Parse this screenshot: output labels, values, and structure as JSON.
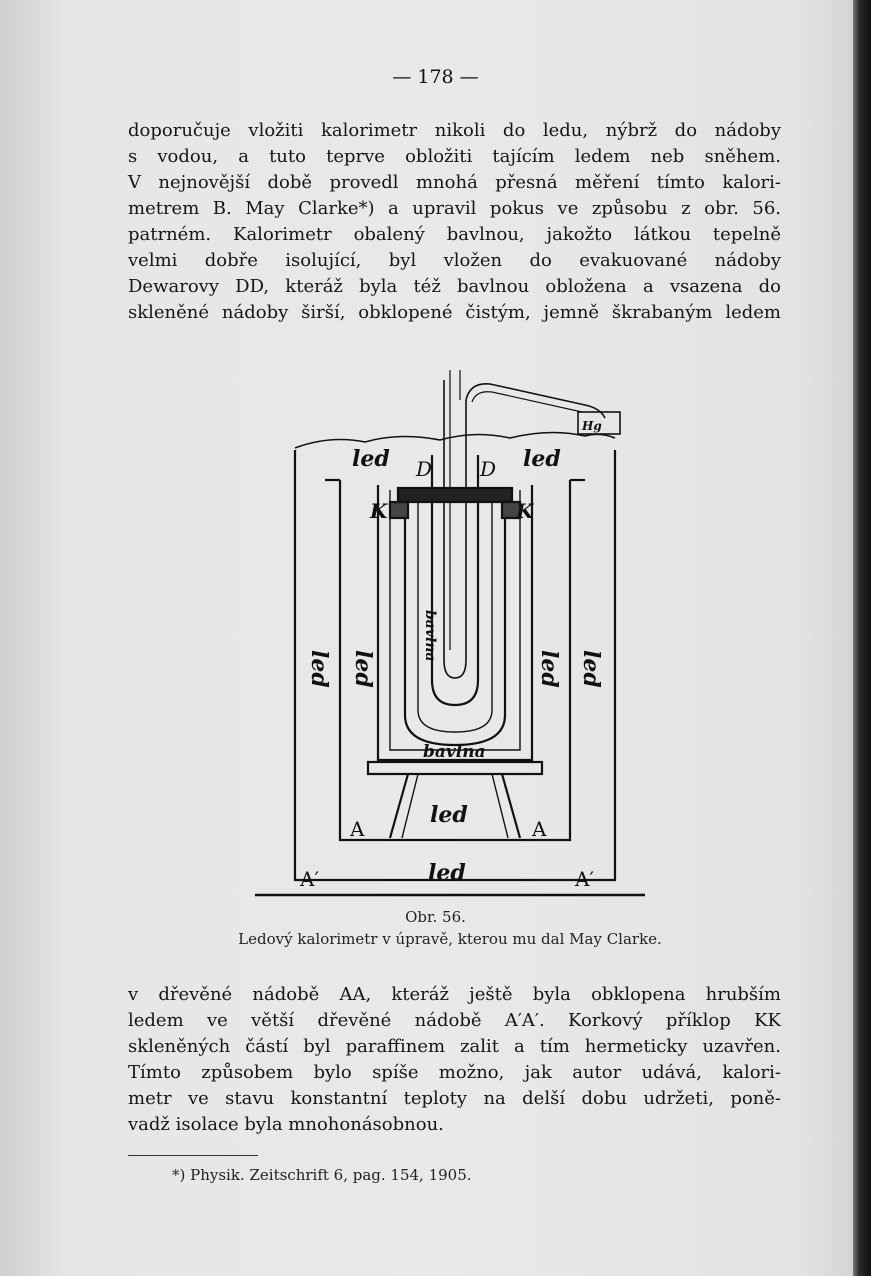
{
  "page": {
    "number": "— 178 —"
  },
  "top_paragraph": {
    "lines": [
      "doporučuje vložiti kalorimetr nikoli do ledu, nýbrž do nádoby",
      "s vodou, a tuto teprve obložiti tajícím ledem neb sněhem.",
      "V nejnovější době provedl mnohá přesná měření tímto kalori-",
      "metrem B. May Clarke*) a upravil pokus ve způsobu z obr. 56.",
      "patrném. Kalorimetr obalený bavlnou, jakožto látkou tepelně",
      "velmi dobře isolující, byl vložen do evakuované nádoby",
      "Dewarovy DD, kteráž byla též bavlnou obložena a vsazena do",
      "skleněné nádoby širší, obklopené čistým, jemně škrabaným ledem"
    ]
  },
  "figure": {
    "labels": {
      "led": "led",
      "D": "D",
      "K": "K",
      "Hg": "Hg",
      "bavlna": "bavlna",
      "A": "A",
      "A_prime": "A′"
    },
    "number": "Obr. 56.",
    "caption": "Ledový kalorimetr v úpravě, kterou mu dal May Clarke."
  },
  "bottom_paragraph": {
    "lines": [
      "v dřevěné nádobě AA, kteráž ještě byla obklopena hrubším",
      "ledem ve větší dřevěné nádobě A′A′. Korkový příklop KK",
      "skleněných částí byl paraffinem zalit a tím hermeticky uzavřen.",
      "Tímto způsobem bylo spíše možno, jak autor udává, kalori-",
      "metr ve stavu konstantní teploty na delší dobu udržeti, poně-",
      "vadž isolace byla mnohonásobnou."
    ]
  },
  "footnote": {
    "text": "*) Physik. Zeitschrift 6, pag. 154, 1905."
  },
  "colors": {
    "ink": "#151515",
    "paper": "#e6e6e6",
    "spine": "#1a1a1a"
  }
}
